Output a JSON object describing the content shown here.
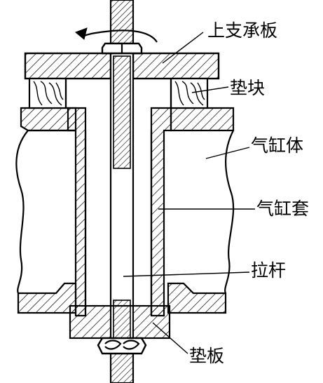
{
  "diagram": {
    "labels": {
      "upper_support_plate": "上支承板",
      "spacer_block": "垫块",
      "cylinder_body": "气缸体",
      "cylinder_liner": "气缸套",
      "pull_rod": "拉杆",
      "backing_plate": "垫板"
    }
  }
}
